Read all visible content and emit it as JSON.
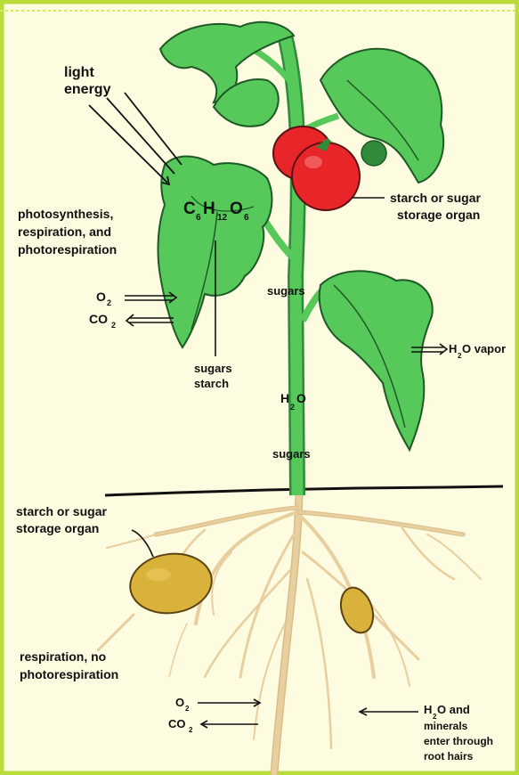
{
  "labels": {
    "light_energy": [
      "light",
      "energy"
    ],
    "formula": {
      "c": "C",
      "c_sub": "6",
      "h": "H",
      "h_sub": "12",
      "o": "O",
      "o_sub": "6"
    },
    "photosynthesis": [
      "photosynthesis,",
      "respiration, and",
      "photorespiration"
    ],
    "leaf_o2": {
      "base": "O",
      "sub": "2"
    },
    "leaf_co2": {
      "base": "CO",
      "sub": "2"
    },
    "sugars_starch": [
      "sugars",
      "starch"
    ],
    "sugars_stem_top": "sugars",
    "h2o_stem": {
      "base": "H",
      "sub": "2",
      "tail": "O"
    },
    "sugars_stem_bottom": "sugars",
    "storage_top": [
      "starch or sugar",
      "storage organ"
    ],
    "vapor": {
      "base": "H",
      "sub": "2",
      "tail": "O vapor"
    },
    "storage_root": [
      "starch or sugar",
      "storage organ"
    ],
    "respiration_root": [
      "respiration, no",
      "photorespiration"
    ],
    "root_o2": {
      "base": "O",
      "sub": "2"
    },
    "root_co2": {
      "base": "CO",
      "sub": "2"
    },
    "minerals": {
      "base": "H",
      "sub": "2",
      "tail": "O and",
      "lines": [
        "minerals",
        "enter through",
        "root hairs"
      ]
    }
  },
  "colors": {
    "leaf": "#56c95a",
    "leaf_dark": "#2f8a3a",
    "tomato": "#e8262a",
    "potato": "#d9b23c",
    "root": "#e8cfa0",
    "border": "#b9dc3c",
    "background": "#fdfbe0"
  }
}
